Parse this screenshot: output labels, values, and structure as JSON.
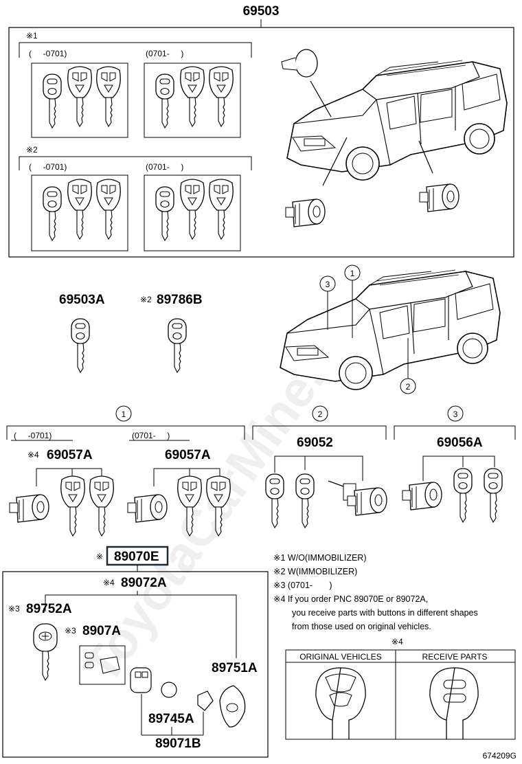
{
  "diagram": {
    "main_part": "69503",
    "group_labels": {
      "g1": "※1",
      "g2": "※2"
    },
    "range_before": "(     -0701)",
    "range_after": "(0701-     )",
    "parts": {
      "p69503A": "69503A",
      "p89786B": "89786B",
      "p69057A_1": "69057A",
      "p69057A_2": "69057A",
      "p69052": "69052",
      "p69056A": "69056A",
      "p89070E": "89070E",
      "p89072A": "89072A",
      "p89752A": "89752A",
      "p8907A": "8907A",
      "p89751A": "89751A",
      "p89745A": "89745A",
      "p89071B": "89071B"
    },
    "marks": {
      "m2": "※2",
      "m3a": "※3",
      "m3b": "※3",
      "m4a": "※4",
      "m4b": "※4",
      "m_star": "※",
      "m4_table": "※4"
    },
    "callouts": {
      "c1": "1",
      "c2": "2",
      "c3": "3"
    },
    "notes": [
      {
        "mark": "※1",
        "text": "W/O(IMMOBILIZER)"
      },
      {
        "mark": "※2",
        "text": "W(IMMOBILIZER)"
      },
      {
        "mark": "※3",
        "text": "(0701-       )"
      },
      {
        "mark": "※4",
        "text": "If you order PNC 89070E or 89072A,"
      }
    ],
    "note_cont": [
      "you receive parts with buttons in different shapes",
      "from those used on original vehicles."
    ],
    "table": {
      "col1": "ORIGINAL VEHICLES",
      "col2": "RECEIVE PARTS"
    },
    "figure_code": "674209G",
    "watermark": "ToyotaCarMine.ru"
  }
}
